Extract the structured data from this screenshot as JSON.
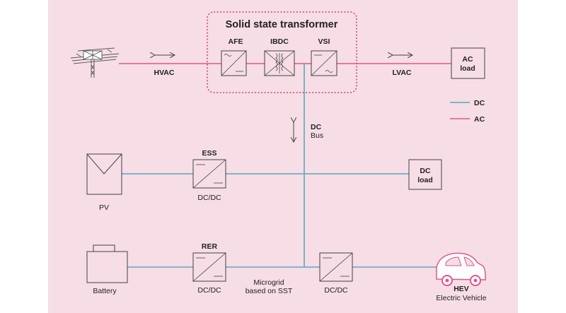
{
  "title": "Solid state transformer",
  "blocks": {
    "afe": "AFE",
    "ibdc": "IBDC",
    "vsi": "VSI"
  },
  "labels": {
    "hvac": "HVAC",
    "lvac": "LVAC",
    "ac_load_line1": "AC",
    "ac_load_line2": "load",
    "dc_load_line1": "DC",
    "dc_load_line2": "load",
    "dc_bus_line1": "DC",
    "dc_bus_line2": "Bus",
    "ess": "ESS",
    "rer": "RER",
    "dcdc_ess": "DC/DC",
    "dcdc_rer": "DC/DC",
    "dcdc_ev": "DC/DC",
    "pv": "PV",
    "battery": "Battery",
    "microgrid_line1": "Microgrid",
    "microgrid_line2": "based on SST",
    "hev": "HEV",
    "electric_vehicle": "Electric Vehicle"
  },
  "legend": [
    {
      "label": "DC",
      "color": "#5aaab8"
    },
    {
      "label": "AC",
      "color": "#e0568a"
    }
  ],
  "colors": {
    "panel_bg": "#f6dde6",
    "dc_line": "#5aaab8",
    "ac_line": "#e0568a",
    "sst_border": "#d6406f",
    "stroke": "#444444"
  }
}
